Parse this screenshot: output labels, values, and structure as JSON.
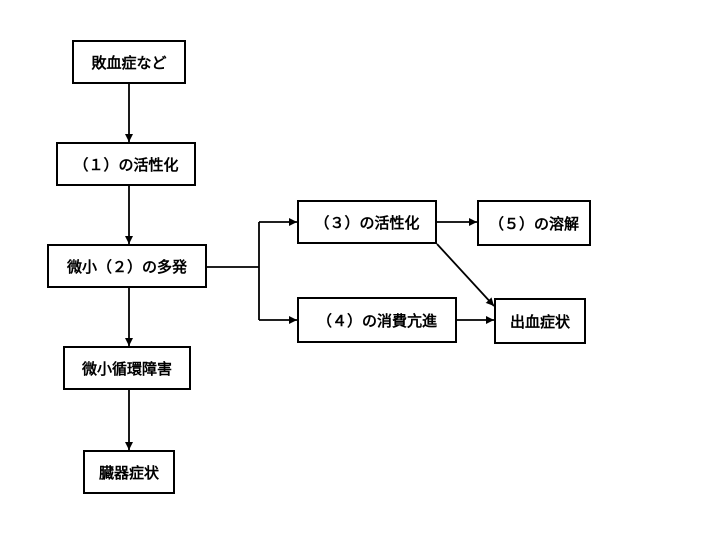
{
  "colors": {
    "line": "#000000",
    "box_border": "#000000",
    "background": "#ffffff"
  },
  "nodes": {
    "sepsis": "敗血症など",
    "activation_1": "（１）の活性化",
    "micro_2": "微小（２）の多発",
    "microcirculation": "微小循環障害",
    "organ_symptoms": "臓器症状",
    "activation_3": "（３）の活性化",
    "consumption_4": "（４）の消費亢進",
    "dissolution_5": "（５）の溶解",
    "bleeding_symptoms": "出血症状"
  }
}
